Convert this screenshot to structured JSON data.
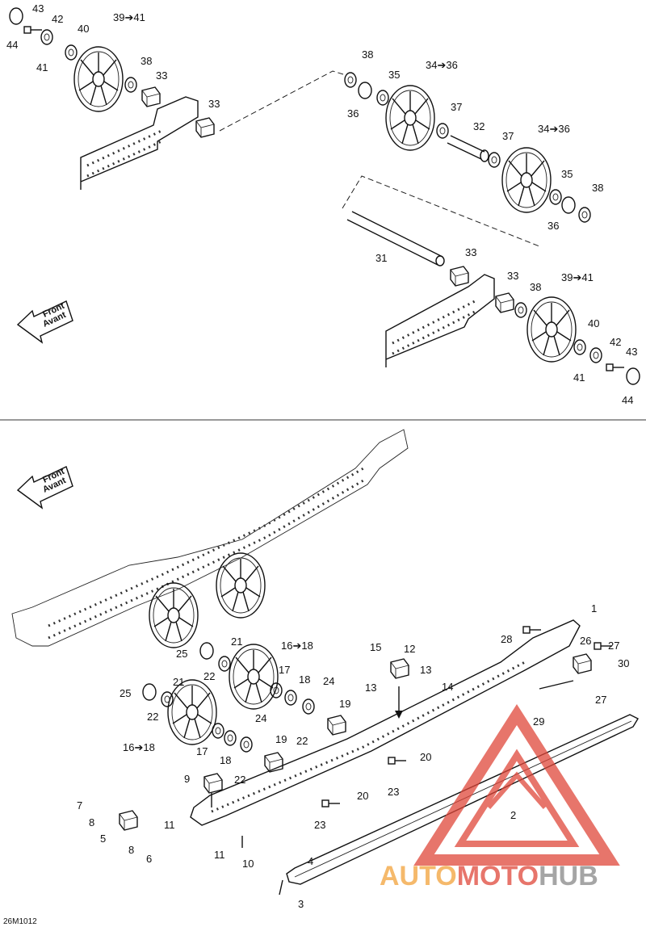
{
  "drawing_code": "26M1012",
  "front_arrow": {
    "line1": "Front",
    "line2": "Avant"
  },
  "watermark": {
    "part1": "AUTO",
    "part2": "MOTO",
    "part3": "HUB"
  },
  "colors": {
    "watermark_red": "#e0473a",
    "watermark_orange": "#f2a23a",
    "watermark_gray": "#888888"
  },
  "labels": {
    "top": [
      "43",
      "42",
      "40",
      "39➔41",
      "44",
      "41",
      "38",
      "33",
      "33",
      "38",
      "34➔36",
      "35",
      "36",
      "37",
      "32",
      "37",
      "34➔36",
      "35",
      "38",
      "36",
      "31",
      "33",
      "33",
      "38",
      "39➔41",
      "40",
      "42",
      "43",
      "41",
      "44"
    ],
    "bottom": [
      "1",
      "28",
      "26",
      "27",
      "30",
      "27",
      "29",
      "25",
      "21",
      "22",
      "16➔18",
      "15",
      "12",
      "13",
      "13",
      "14",
      "17",
      "18",
      "24",
      "25",
      "21",
      "22",
      "19",
      "22",
      "24",
      "16➔18",
      "17",
      "18",
      "19",
      "22",
      "20",
      "23",
      "9",
      "20",
      "7",
      "8",
      "11",
      "23",
      "5",
      "8",
      "6",
      "11",
      "10",
      "2",
      "4",
      "3"
    ]
  }
}
